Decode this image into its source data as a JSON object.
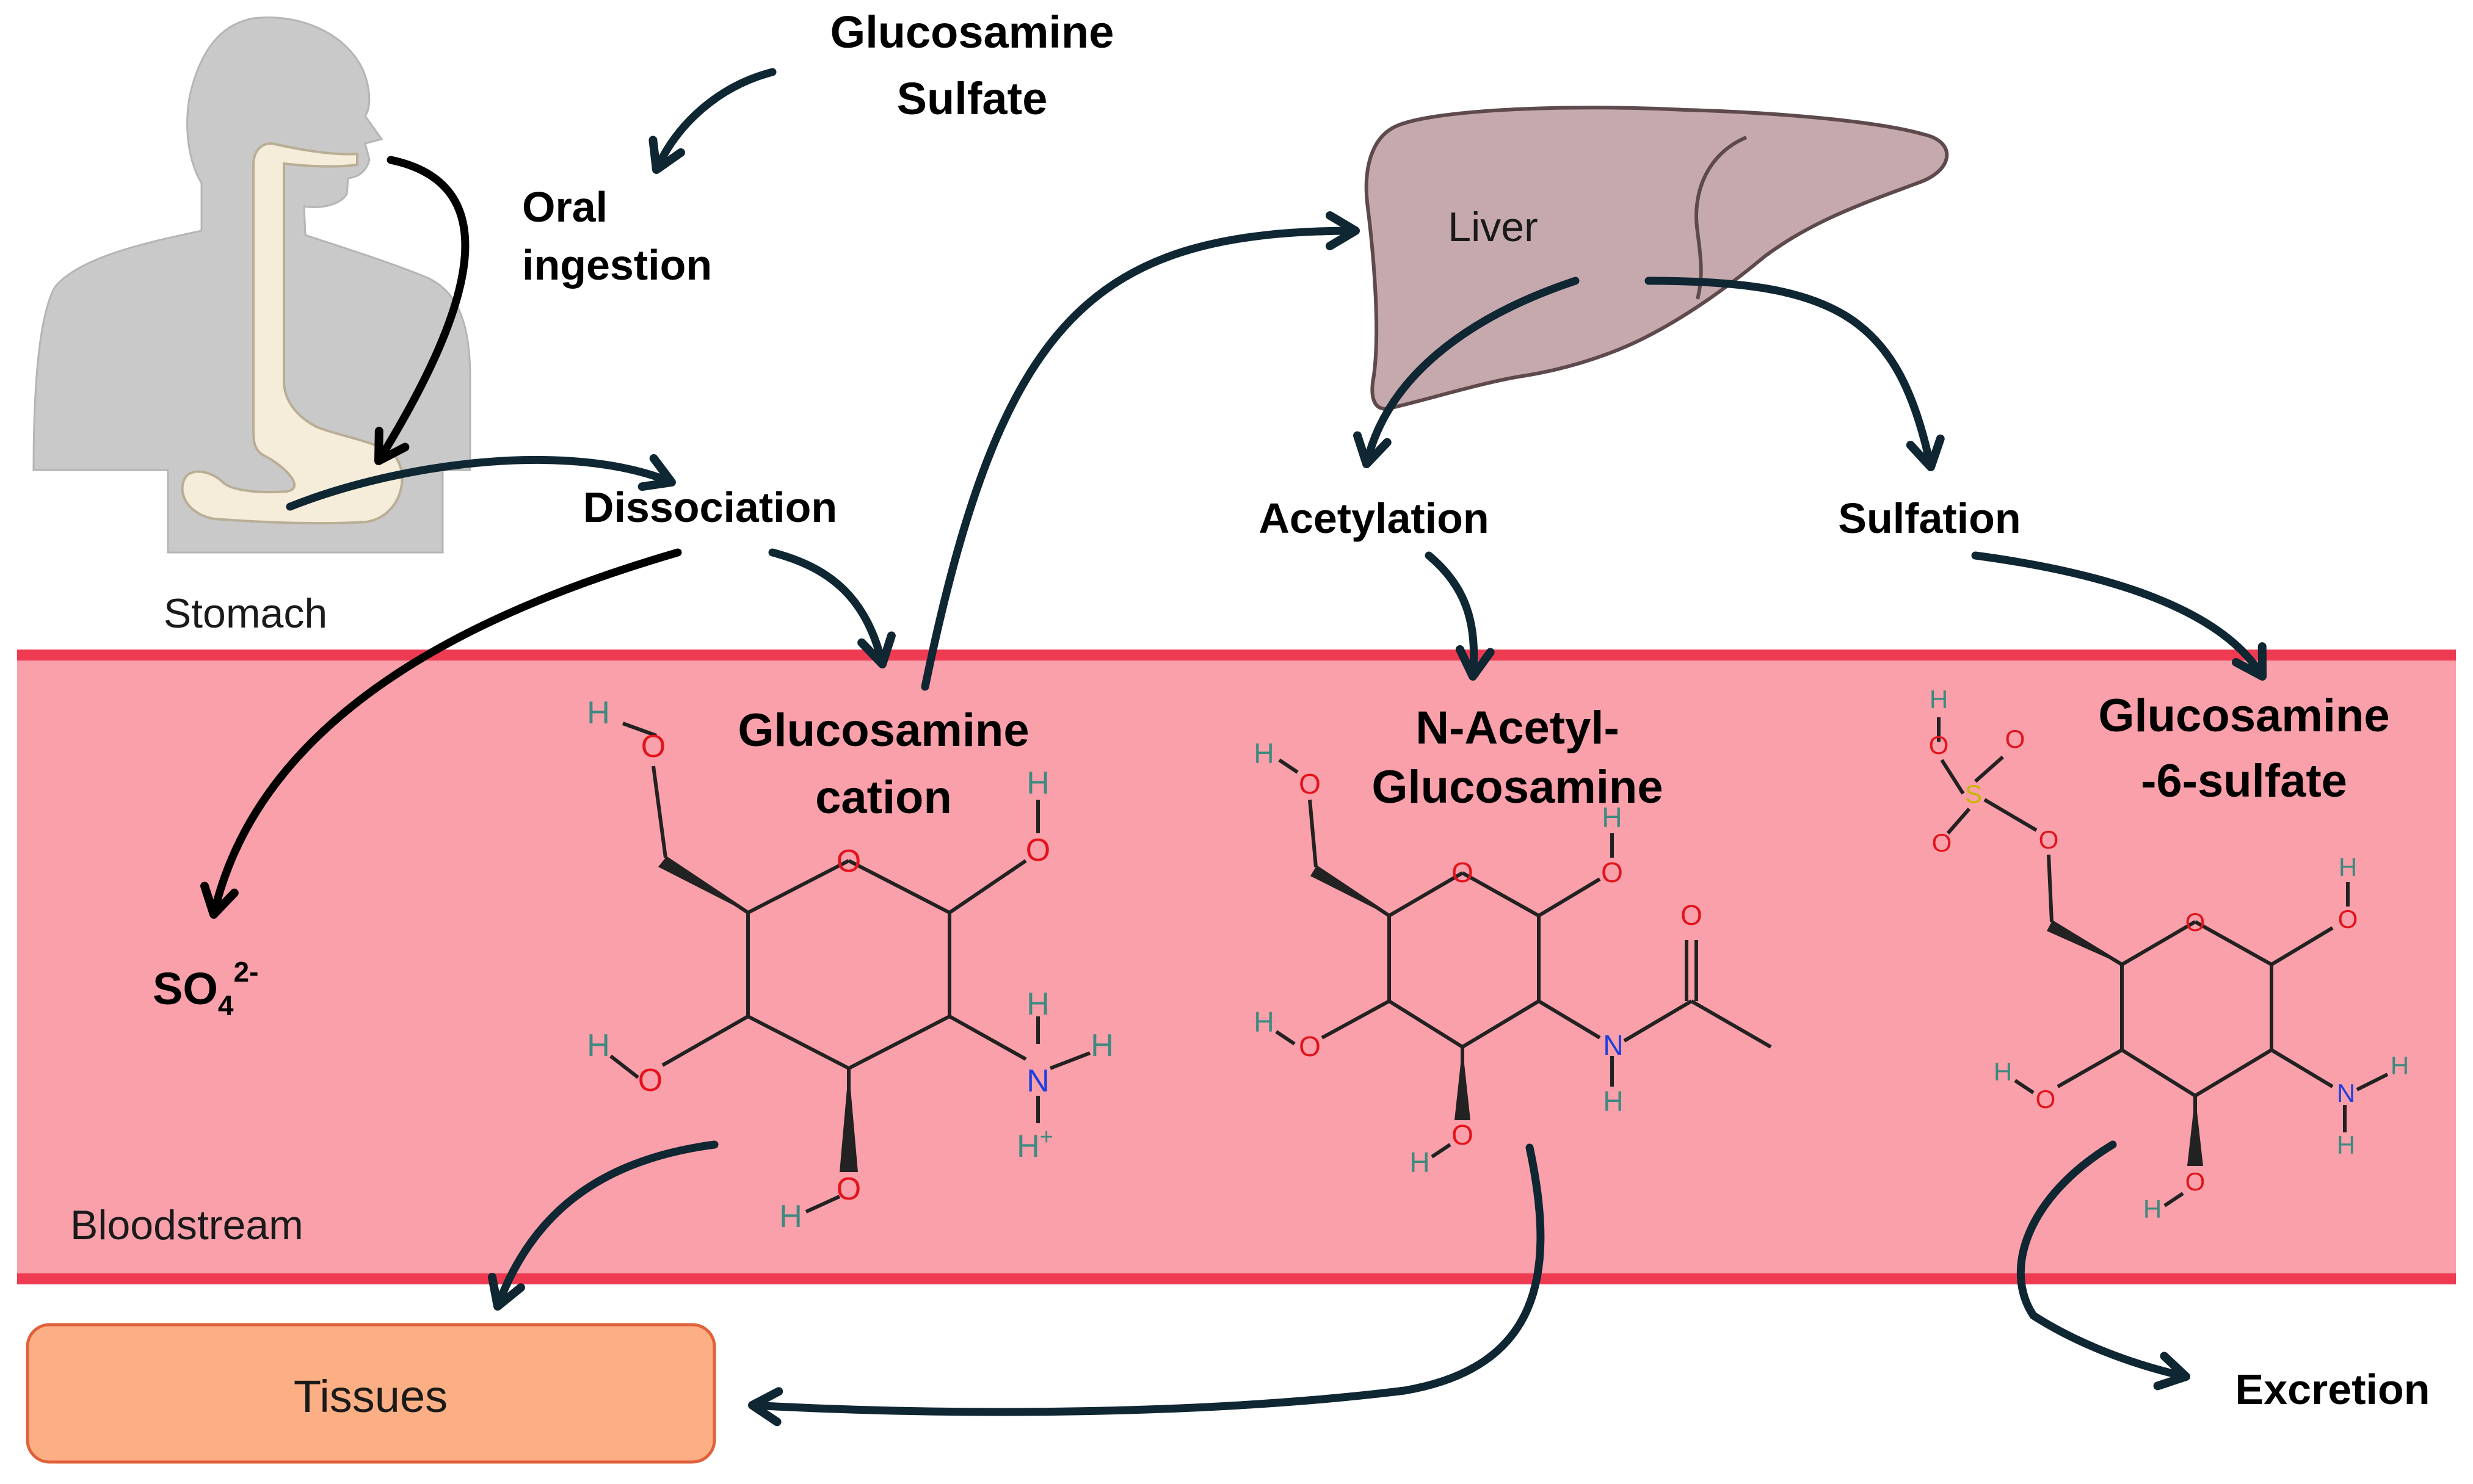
{
  "labels": {
    "glucosamine_sulfate_line1": "Glucosamine",
    "glucosamine_sulfate_line2": "Sulfate",
    "oral_ingestion_line1": "Oral",
    "oral_ingestion_line2": "ingestion",
    "stomach": "Stomach",
    "dissociation": "Dissociation",
    "liver": "Liver",
    "acetylation": "Acetylation",
    "sulfation": "Sulfation",
    "glucosamine_cation_line1": "Glucosamine",
    "glucosamine_cation_line2": "cation",
    "nag_line1": "N-Acetyl-",
    "nag_line2": "Glucosamine",
    "g6s_line1": "Glucosamine",
    "g6s_line2": "-6-sulfate",
    "sulfate_base": "SO",
    "sulfate_sub": "4",
    "sulfate_sup": "2-",
    "bloodstream": "Bloodstream",
    "tissues": "Tissues",
    "excretion": "Excretion"
  },
  "atoms": {
    "H": "H",
    "O": "O",
    "N": "N",
    "S": "S",
    "H_plus": "H",
    "plus": "+"
  },
  "colors": {
    "bloodstream_fill": "#f9a0aa",
    "bloodstream_edge": "#ee3b52",
    "tissues_fill": "#fcae84",
    "tissues_edge": "#e0603a",
    "liver_fill": "#c6a9ad",
    "liver_edge": "#5e4a4d",
    "body_fill": "#c9c9c9",
    "gi_tract_fill": "#f5ecd9",
    "arrow_dark": "#0f2633",
    "arrow_black": "#000000",
    "oxygen": "#e3131b",
    "nitrogen": "#1c3fe0",
    "hydrogen": "#3c8a80",
    "sulfur": "#c7b800"
  }
}
